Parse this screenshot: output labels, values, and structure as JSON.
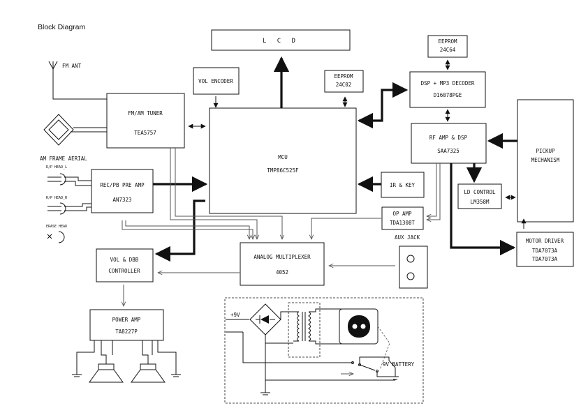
{
  "title": "Block Diagram",
  "blocks": {
    "lcd": "L C D",
    "vol_encoder": "VOL ENCODER",
    "eeprom_24c02": [
      "EEPROM",
      "24C02"
    ],
    "eeprom_24c64": [
      "EEPROM",
      "24C64"
    ],
    "dsp_mp3": [
      "DSP + MP3 DECODER",
      "D16078PGE"
    ],
    "tuner": [
      "FM/AM TUNER",
      "TEA5757"
    ],
    "mcu": [
      "MCU",
      "TMP86C525F"
    ],
    "rf_amp": [
      "RF AMP & DSP",
      "SAA7325"
    ],
    "pickup": [
      "PICKUP",
      "MECHANISM"
    ],
    "preamp": [
      "REC/PB PRE AMP",
      "AN7323"
    ],
    "ir_key": "IR & KEY",
    "ld_control": [
      "LD CONTROL",
      "LM358M"
    ],
    "op_amp": [
      "OP AMP",
      "TDA1308T"
    ],
    "motor_driver": [
      "MOTOR DRIVER",
      "TDA7073A",
      "TDA7073A"
    ],
    "vol_dbb": [
      "VOL & DBB",
      "CONTROLLER"
    ],
    "mux": [
      "ANALOG MULTIPLEXER",
      "4052"
    ],
    "power_amp": [
      "POWER AMP",
      "TA8227P"
    ]
  },
  "labels": {
    "fm_ant": "FM ANT",
    "am_aerial": "AM FRAME AERIAL",
    "rp_head_l": "R/P HEAD_L",
    "rp_head_r": "R/P HEAD_R",
    "erase_head": "ERASE HEAD",
    "aux_jack": "AUX JACK",
    "plus9v": "+9V",
    "battery": "9V BATTERY"
  }
}
